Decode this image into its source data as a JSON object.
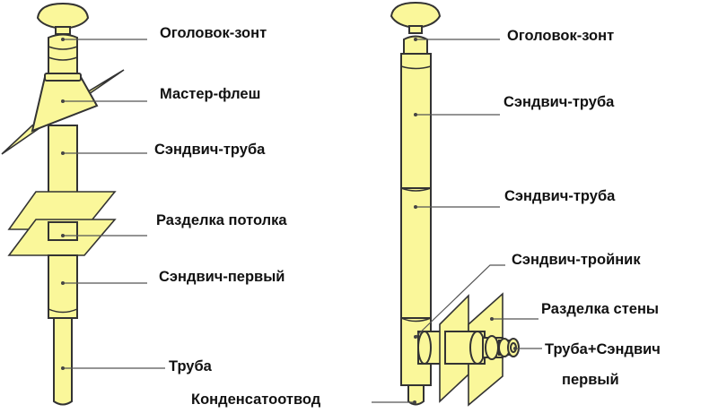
{
  "colors": {
    "pipe_fill": "#faf79a",
    "outline": "#333333",
    "leader": "#555555",
    "text": "#111111"
  },
  "left_assembly": {
    "labels": {
      "cap": "Оголовок-зонт",
      "master_flash": "Мастер-флеш",
      "sandwich_pipe": "Сэндвич-труба",
      "ceiling_passage": "Разделка потолка",
      "sandwich_first": "Сэндвич-первый",
      "pipe": "Труба"
    }
  },
  "right_assembly": {
    "labels": {
      "cap": "Оголовок-зонт",
      "sandwich_pipe_upper": "Сэндвич-труба",
      "sandwich_pipe_lower": "Сэндвич-труба",
      "sandwich_tee": "Сэндвич-тройник",
      "wall_passage": "Разделка стены",
      "pipe_sandwich_line1": "Труба+Сэндвич",
      "pipe_sandwich_line2": "первый",
      "condensate_drain": "Конденсатоотвод"
    }
  }
}
